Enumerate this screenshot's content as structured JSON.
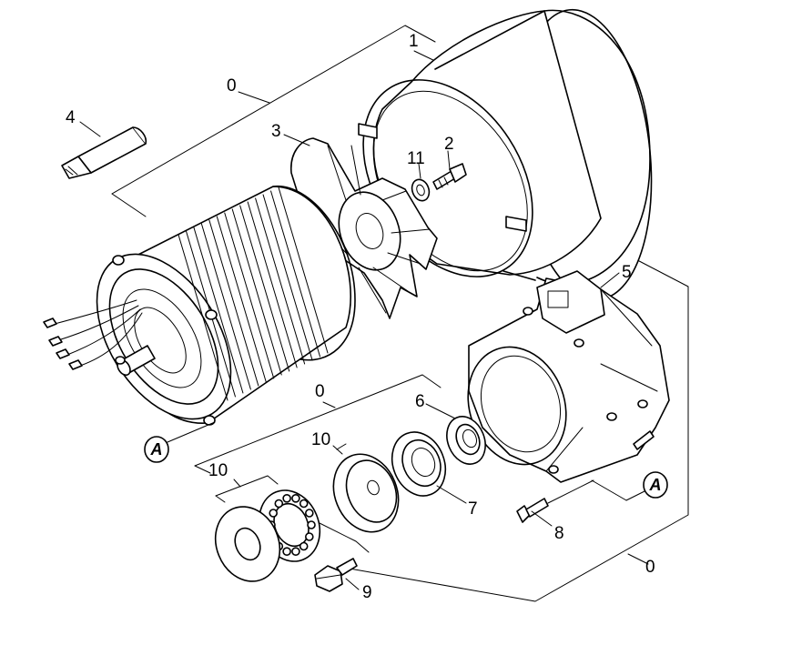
{
  "callouts": {
    "c0a": "0",
    "c1": "1",
    "c2": "2",
    "c3": "3",
    "c4": "4",
    "c11": "11",
    "c5": "5",
    "c0b": "0",
    "c6": "6",
    "c10a": "10",
    "c10b": "10",
    "c7": "7",
    "c8": "8",
    "c9": "9",
    "c0c": "0",
    "refA1": "A",
    "refA2": "A"
  },
  "parts": [
    {
      "ref": "0",
      "name": "motor-assembly-group"
    },
    {
      "ref": "1",
      "name": "motor-cover"
    },
    {
      "ref": "2",
      "name": "screw"
    },
    {
      "ref": "3",
      "name": "fan"
    },
    {
      "ref": "4",
      "name": "grease-tube"
    },
    {
      "ref": "5",
      "name": "motor-flange-housing"
    },
    {
      "ref": "6",
      "name": "seal-ring"
    },
    {
      "ref": "7",
      "name": "ball-bearing"
    },
    {
      "ref": "8",
      "name": "screw"
    },
    {
      "ref": "9",
      "name": "bolt"
    },
    {
      "ref": "10",
      "name": "thrust-bearing-and-disc"
    },
    {
      "ref": "11",
      "name": "washer"
    }
  ]
}
